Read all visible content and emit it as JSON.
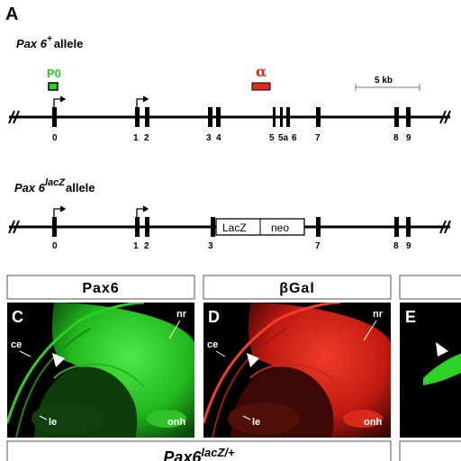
{
  "panel_A": {
    "label": "A",
    "allele_plus": {
      "base": "Pax 6",
      "sup": "+",
      "suffix": "allele"
    },
    "allele_lacz": {
      "base": "Pax 6",
      "sup": "lacZ",
      "suffix": "allele"
    },
    "probe_p0": "P0",
    "probe_alpha": "α",
    "scale": "5 kb",
    "exons_plus": [
      "0",
      "1",
      "2",
      "3",
      "4",
      "5",
      "5a",
      "6",
      "7",
      "8",
      "9"
    ],
    "exons_lacz": [
      "0",
      "1",
      "2",
      "3",
      "7",
      "8",
      "9"
    ],
    "cassette": {
      "lacz": "LacZ",
      "neo": "neo"
    }
  },
  "panel_C": {
    "label": "C",
    "title": "Pax6",
    "annotations": {
      "ce": "ce",
      "nr": "nr",
      "le": "le",
      "onh": "onh"
    }
  },
  "panel_D": {
    "label": "D",
    "title": "βGal",
    "annotations": {
      "ce": "ce",
      "nr": "nr",
      "le": "le",
      "onh": "onh"
    }
  },
  "panel_E": {
    "label": "E"
  },
  "genotype": {
    "base": "Pax6",
    "sup": "lacZ/+"
  },
  "colors": {
    "green": "#1fd21f",
    "red": "#e02a1e",
    "black": "#000000"
  }
}
